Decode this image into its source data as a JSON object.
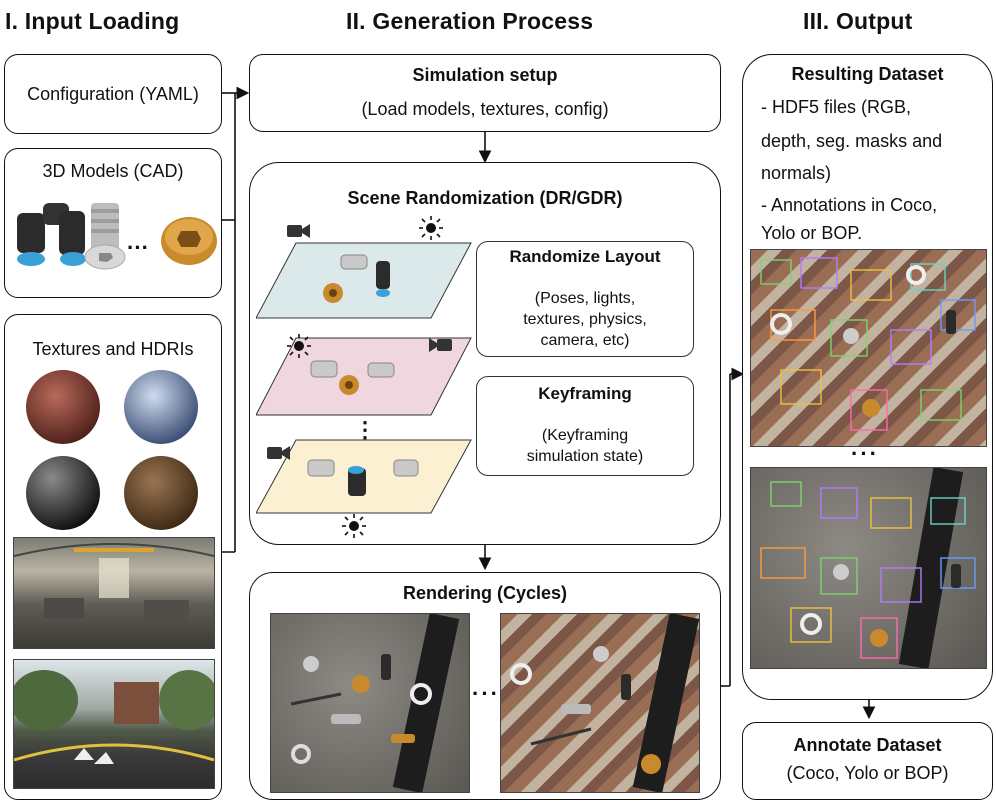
{
  "headings": {
    "input": "I. Input Loading",
    "generation": "II. Generation Process",
    "output": "III. Output"
  },
  "input": {
    "config_label": "Configuration (YAML)",
    "models_label": "3D Models (CAD)",
    "textures_label": "Textures and HDRIs"
  },
  "generation": {
    "setup_title": "Simulation setup",
    "setup_subtitle": "(Load models, textures, config)",
    "randomization_title": "Scene Randomization (DR/GDR)",
    "layout_title": "Randomize Layout",
    "layout_lines": [
      "(Poses, lights,",
      "textures, physics,",
      "camera, etc)"
    ],
    "keyframing_title": "Keyframing",
    "keyframing_lines": [
      "(Keyframing",
      "simulation state)"
    ],
    "rendering_title": "Rendering (Cycles)"
  },
  "output": {
    "dataset_title": "Resulting Dataset",
    "dataset_lines": [
      "- HDF5 files (RGB,",
      "depth, seg. masks and",
      "normals)",
      "- Annotations in Coco,",
      "Yolo or BOP."
    ],
    "annotate_title": "Annotate Dataset",
    "annotate_subtitle": "(Coco, Yolo or BOP)"
  },
  "colors": {
    "plane_blue": "#dbe9ea",
    "plane_pink": "#f0d6df",
    "plane_yellow": "#fbf1d2",
    "box_blue": "#3aa0d8",
    "metal": "#c9c9c9",
    "brass": "#c98a2e"
  },
  "icons": [
    "camera-icon",
    "sun-icon",
    "arrow-icon"
  ]
}
